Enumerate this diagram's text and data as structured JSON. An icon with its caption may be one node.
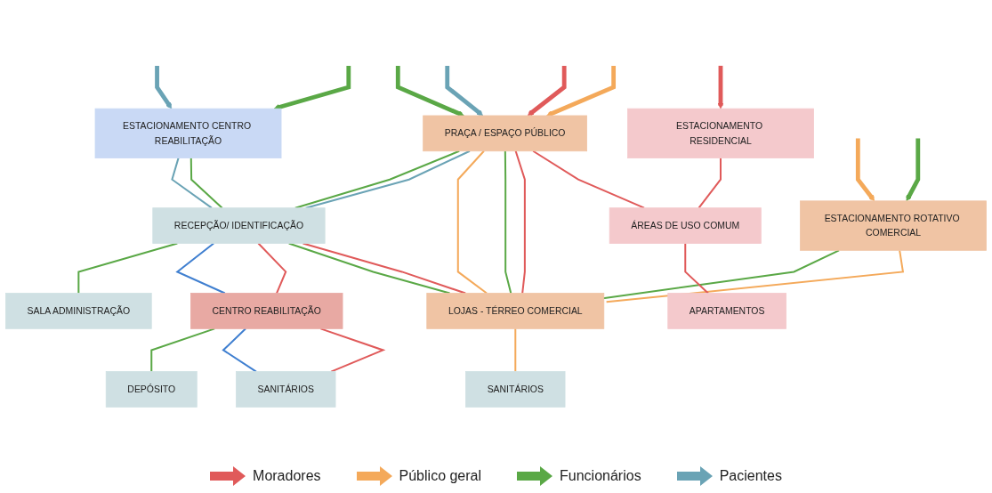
{
  "diagram": {
    "nodes": [
      {
        "text": [
          "PRAÇA / ESPAÇO PÚBLICO"
        ]
      },
      {
        "text": [
          "SALA ADMINISTRAÇÃO"
        ]
      },
      {
        "text": [
          "ESTACIONAMENTO CENTRO REABILITAÇÃO"
        ]
      },
      {
        "text": [
          "RECEPÇÃO/ IDENTIFICAÇÃO"
        ]
      },
      {
        "text": [
          "CENTRO REABILITAÇÃO"
        ]
      },
      {
        "text": [
          "DEPÓSITO"
        ]
      },
      {
        "text": [
          "SANITÁRIOS"
        ]
      },
      {
        "text": [
          "ESTACIONAMENTO ROTATIVO COMERCIAL"
        ]
      },
      {
        "text": [
          "LOJAS - TÉRREO COMERCIAL"
        ]
      },
      {
        "text": [
          "SANITÁRIOS"
        ]
      },
      {
        "text": [
          "ESTACIONAMENTO RESIDENCIAL"
        ]
      },
      {
        "text": [
          "ÁREAS DE USO COMUM"
        ]
      },
      {
        "text": [
          "APARTAMENTOS"
        ]
      }
    ],
    "edges": [
      {
        "from": null,
        "to": 0,
        "arrow": "to",
        "style": "thick",
        "color": "#5aa846"
      },
      {
        "from": null,
        "to": 0,
        "arrow": "to",
        "style": "thick",
        "color": "#6aa3b5"
      },
      {
        "from": null,
        "to": 0,
        "arrow": "to",
        "style": "thick",
        "color": "#e05a5a"
      },
      {
        "from": null,
        "to": 0,
        "arrow": "to",
        "style": "thick",
        "color": "#f4a95a"
      },
      {
        "from": null,
        "to": 2,
        "arrow": "to",
        "style": "thick",
        "color": "#6aa3b5"
      },
      {
        "from": null,
        "to": 2,
        "arrow": "to",
        "style": "thick",
        "color": "#5aa846"
      },
      {
        "from": null,
        "to": 7,
        "arrow": "to",
        "style": "thick",
        "color": "#f4a95a"
      },
      {
        "from": null,
        "to": 7,
        "arrow": "to",
        "style": "thick",
        "color": "#5aa846"
      },
      {
        "from": null,
        "to": 10,
        "arrow": "to",
        "style": "thick",
        "color": "#e05a5a"
      },
      {
        "from": 0,
        "to": 3,
        "arrow": "none",
        "color": "#5aa846"
      },
      {
        "from": 0,
        "to": 3,
        "arrow": "none",
        "color": "#6aa3b5"
      },
      {
        "from": 0,
        "to": 8,
        "arrow": "none",
        "color": "#f4a95a"
      },
      {
        "from": 0,
        "to": 8,
        "arrow": "none",
        "color": "#5aa846"
      },
      {
        "from": 0,
        "to": 8,
        "arrow": "none",
        "color": "#e05a5a"
      },
      {
        "from": 0,
        "to": 11,
        "arrow": "none",
        "color": "#e05a5a"
      },
      {
        "from": 2,
        "to": 3,
        "arrow": "none",
        "color": "#6aa3b5"
      },
      {
        "from": 2,
        "to": 3,
        "arrow": "none",
        "color": "#5aa846"
      },
      {
        "from": 3,
        "to": 1,
        "arrow": "none",
        "color": "#5aa846"
      },
      {
        "from": 3,
        "to": 4,
        "arrow": "none",
        "color": "#3f7fd0"
      },
      {
        "from": 3,
        "to": 4,
        "arrow": "none",
        "color": "#e05a5a"
      },
      {
        "from": 3,
        "to": 8,
        "arrow": "none",
        "color": "#5aa846"
      },
      {
        "from": 3,
        "to": 8,
        "arrow": "none",
        "color": "#e05a5a"
      },
      {
        "from": 4,
        "to": 5,
        "arrow": "none",
        "color": "#5aa846"
      },
      {
        "from": 4,
        "to": 6,
        "arrow": "none",
        "color": "#3f7fd0"
      },
      {
        "from": 4,
        "to": 6,
        "arrow": "none",
        "color": "#e05a5a"
      },
      {
        "from": 7,
        "to": 8,
        "arrow": "none",
        "color": "#5aa846"
      },
      {
        "from": 7,
        "to": 8,
        "arrow": "none",
        "color": "#f4a95a"
      },
      {
        "from": 8,
        "to": 9,
        "arrow": "none",
        "color": "#f4a95a"
      },
      {
        "from": 10,
        "to": 11,
        "arrow": "none",
        "color": "#e05a5a"
      },
      {
        "from": 11,
        "to": 12,
        "arrow": "none",
        "color": "#e05a5a"
      }
    ],
    "legend": [
      {
        "text": "Moradores",
        "color": "#e05a5a"
      },
      {
        "text": "Público geral",
        "color": "#f4a95a"
      },
      {
        "text": "Funcionários",
        "color": "#5aa846"
      },
      {
        "text": "Pacientes",
        "color": "#6aa3b5"
      }
    ]
  }
}
